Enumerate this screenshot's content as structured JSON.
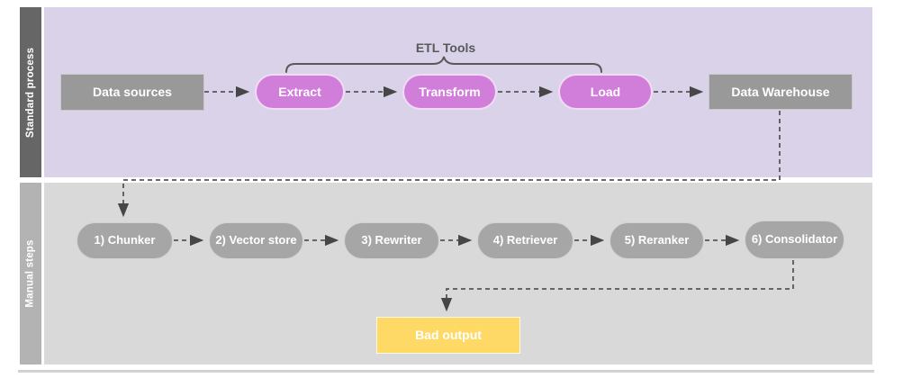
{
  "diagram": {
    "type": "flowchart-swimlane",
    "lanes": [
      {
        "label": "Standard process"
      },
      {
        "label": "Manual steps"
      }
    ],
    "annotation": {
      "label": "ETL Tools",
      "spans": [
        "Extract",
        "Transform",
        "Load"
      ]
    },
    "nodes": {
      "data_sources": {
        "label": "Data sources",
        "shape": "rectangle",
        "lane": "Standard process"
      },
      "extract": {
        "label": "Extract",
        "shape": "pill",
        "lane": "Standard process"
      },
      "transform": {
        "label": "Transform",
        "shape": "pill",
        "lane": "Standard process"
      },
      "load": {
        "label": "Load",
        "shape": "pill",
        "lane": "Standard process"
      },
      "data_warehouse": {
        "label": "Data Warehouse",
        "shape": "rectangle",
        "lane": "Standard process"
      },
      "chunker": {
        "label": "1) Chunker",
        "shape": "pill",
        "lane": "Manual steps"
      },
      "vector_store": {
        "label": "2) Vector store",
        "shape": "pill",
        "lane": "Manual steps"
      },
      "rewriter": {
        "label": "3) Rewriter",
        "shape": "pill",
        "lane": "Manual steps"
      },
      "retriever": {
        "label": "4) Retriever",
        "shape": "pill",
        "lane": "Manual steps"
      },
      "reranker": {
        "label": "5) Reranker",
        "shape": "pill",
        "lane": "Manual steps"
      },
      "consolidator": {
        "label": "6) Consolidator",
        "shape": "pill",
        "lane": "Manual steps"
      },
      "bad_output": {
        "label": "Bad output",
        "shape": "rectangle",
        "lane": "Manual steps"
      }
    },
    "edges": [
      {
        "from": "data_sources",
        "to": "extract",
        "style": "dashed-arrow"
      },
      {
        "from": "extract",
        "to": "transform",
        "style": "dashed-arrow"
      },
      {
        "from": "transform",
        "to": "load",
        "style": "dashed-arrow"
      },
      {
        "from": "load",
        "to": "data_warehouse",
        "style": "dashed-arrow"
      },
      {
        "from": "data_warehouse",
        "to": "chunker",
        "style": "dashed-arrow"
      },
      {
        "from": "chunker",
        "to": "vector_store",
        "style": "dashed-arrow"
      },
      {
        "from": "vector_store",
        "to": "rewriter",
        "style": "dashed-arrow"
      },
      {
        "from": "rewriter",
        "to": "retriever",
        "style": "dashed-arrow"
      },
      {
        "from": "retriever",
        "to": "reranker",
        "style": "dashed-arrow"
      },
      {
        "from": "reranker",
        "to": "consolidator",
        "style": "dashed-arrow"
      },
      {
        "from": "consolidator",
        "to": "bad_output",
        "style": "dashed-arrow"
      }
    ],
    "colors": {
      "lane_standard_bg": "#d9d2e9",
      "lane_standard_header": "#666666",
      "lane_manual_bg": "#d9d9d9",
      "lane_manual_header": "#b3b3b3",
      "rect_gray": "#999999",
      "pill_purple": "#d17edb",
      "pill_gray": "#a6a6a6",
      "rect_yellow": "#ffd966",
      "connector": "#565656",
      "annotation_text": "#595959",
      "node_text": "#ffffff"
    }
  }
}
